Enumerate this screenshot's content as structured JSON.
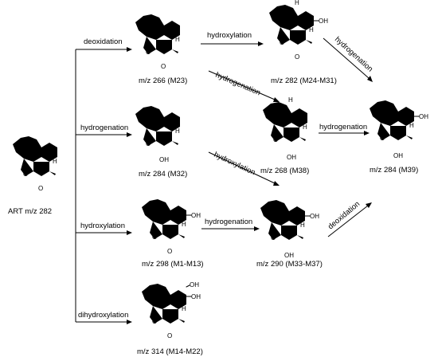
{
  "atoms": {
    "O": "O",
    "H": "H",
    "OH": "OH"
  },
  "compounds": {
    "art": "ART m/z  282",
    "m23": "m/z  266 (M23)",
    "m24_31": "m/z  282 (M24-M31)",
    "m32": "m/z  284 (M32)",
    "m38": "m/z  268 (M38)",
    "m39": "m/z  284 (M39)",
    "m1_13": "m/z  298 (M1-M13)",
    "m33_37": "m/z  290 (M33-M37)",
    "m14_22": "m/z  314 (M14-M22)"
  },
  "reactions": {
    "deoxidation_1": "deoxidation",
    "hydrogenation_1": "hydrogenation",
    "hydroxylation_1": "hydroxylation",
    "dihydroxylation": "dihydroxylation",
    "hydroxylation_2": "hydroxylation",
    "hydrogenation_2": "hydrogenation",
    "hydrogenation_3": "hydrogenation",
    "hydrogenation_4": "hydrogenation",
    "hydroxylation_3": "hydroxylation",
    "hydrogenation_5": "hydrogenation",
    "deoxidation_2": "deoxidation"
  }
}
